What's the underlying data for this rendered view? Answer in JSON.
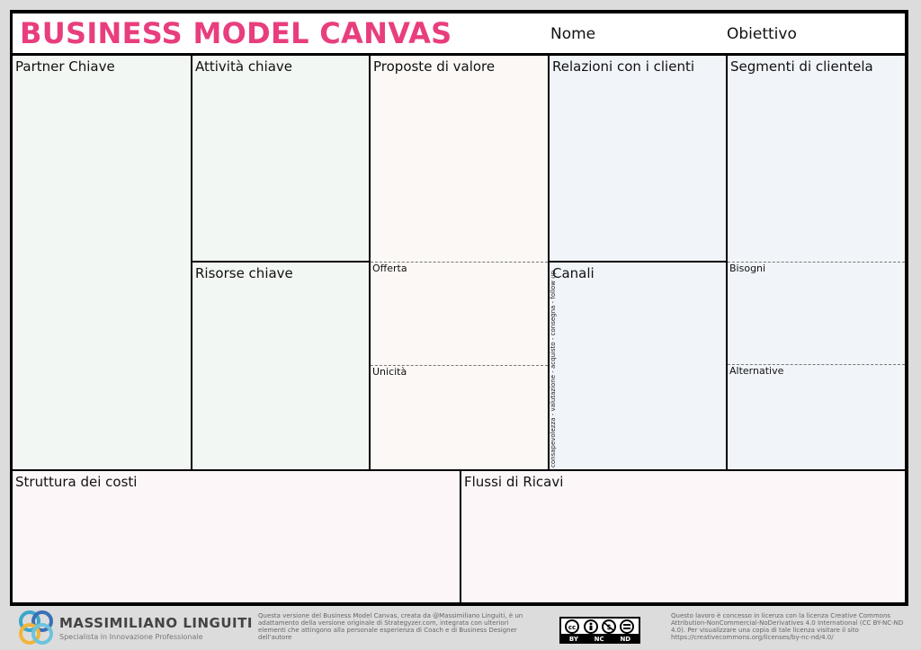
{
  "header": {
    "title": "BUSINESS MODEL CANVAS",
    "name_label": "Nome",
    "objective_label": "Obiettivo"
  },
  "blocks": {
    "key_partners": "Partner Chiave",
    "key_activities": "Attività chiave",
    "key_resources": "Risorse chiave",
    "value_propositions": "Proposte di valore",
    "value_offer": "Offerta",
    "value_uniqueness": "Unicità",
    "customer_relationships": "Relazioni con i clienti",
    "channels": "Canali",
    "channels_phases": "consapevolezza - valutazione - acquisto - consegna - follow up",
    "customer_segments": "Segmenti di clientela",
    "segments_needs": "Bisogni",
    "segments_alternatives": "Alternative",
    "cost_structure": "Struttura dei costi",
    "revenue_streams": "Flussi di Ricavi"
  },
  "footer": {
    "brand": "MASSIMILIANO LINGUITI",
    "tagline": "Specialista in Innovazione Professionale",
    "note_left": "Questa versione del Business Model Canvas, creata da @Massimiliano Linguiti, è un adattamento della versione originale di Strategyzer.com, integrata con ulteriori elementi che attingono alla personale esperienza di Coach e di Business Designer dell'autore",
    "cc_badges": [
      "BY",
      "NC",
      "ND"
    ],
    "note_right": "Questo lavoro è concesso in licenza con la licenza Creative Commons Attribution-NonCommercial-NoDerivatives 4.0 International (CC BY-NC-ND 4.0). Per visualizzare una copia di tale licenza visitare il sito https://creativecommons.org/licenses/by-nc-nd/4.0/"
  },
  "colors": {
    "title": "#e83e7e",
    "partners_activities": "#f3f7f3",
    "value": "#fcf8f5",
    "customers": "#f1f5fa",
    "finance": "#fdf6f8"
  }
}
